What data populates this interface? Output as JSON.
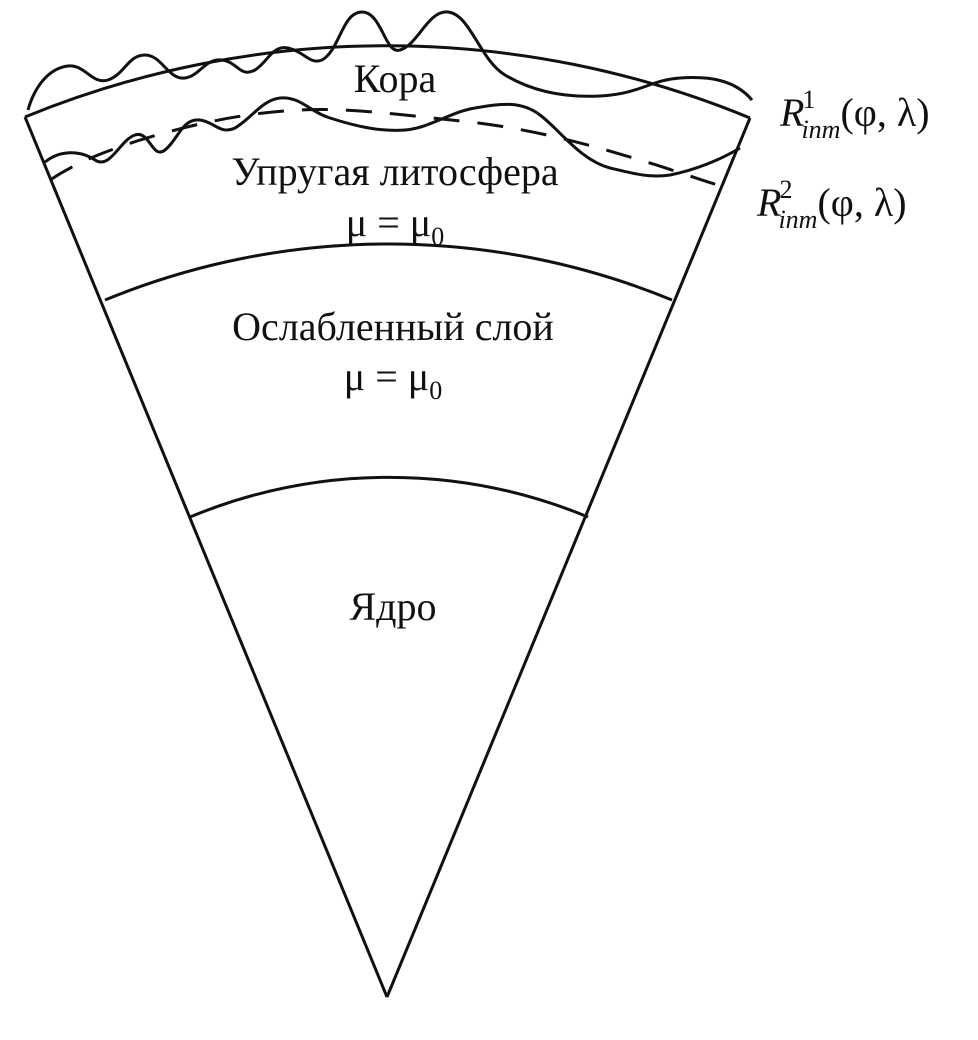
{
  "layers": {
    "crust": "Кора",
    "elastic_lithosphere": "Упругая литосфера",
    "weakened_layer": "Ослабленный слой",
    "core": "Ядро"
  },
  "shear_modulus": {
    "symbol": "μ = μ",
    "subscript": "0"
  },
  "boundary_labels": [
    {
      "base": "R",
      "sup": "1",
      "sub": "inm",
      "args": "(φ, λ)"
    },
    {
      "base": "R",
      "sup": "2",
      "sub": "inm",
      "args": "(φ, λ)"
    }
  ]
}
